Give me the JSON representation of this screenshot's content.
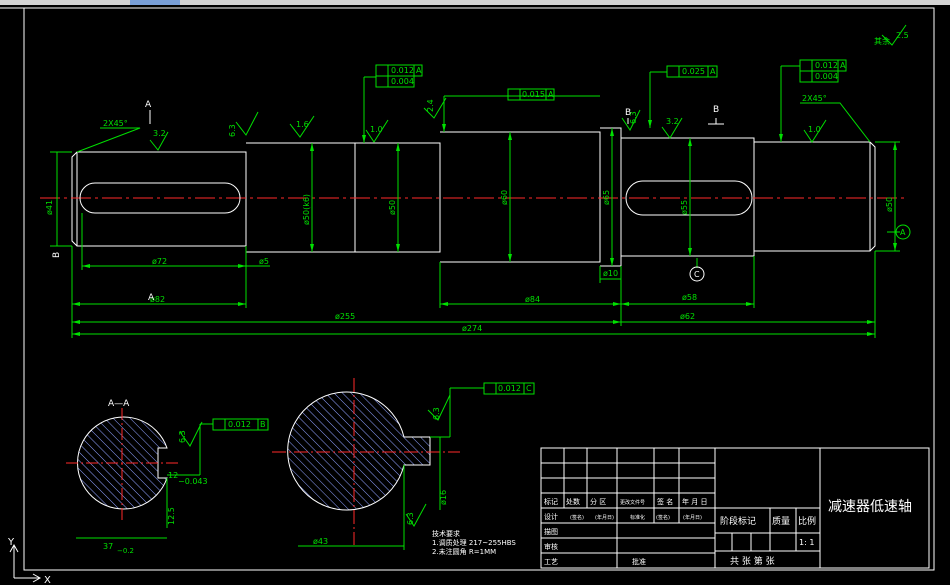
{
  "drawing": {
    "title": "减速器低速轴",
    "roughness_note": {
      "prefix": "其余",
      "value": "2.5"
    },
    "tech_requirements": {
      "heading": "技术要求",
      "lines": [
        "1.调质处理 217~255HBS",
        "2.未注圆角 R=1MM"
      ]
    }
  },
  "dimensions": {
    "d41": "ø41",
    "d50k6": "ø50(k6)",
    "d50": "ø50",
    "d60": "ø60",
    "d65": "ø65",
    "d55": "ø55",
    "d50b": "ø50",
    "l72": "ø72",
    "l5": "ø5",
    "l82": "ø82",
    "l84": "ø84",
    "l10": "ø10",
    "l58": "ø58",
    "l62": "ø62",
    "l255": "ø255",
    "l274": "ø274",
    "chamfer_left": "2X45°",
    "chamfer_right": "2X45°",
    "sec_width": "12",
    "sec_tol": "−0.043",
    "sec_depth": "37",
    "sec_depth_tol": "−0.2",
    "sec_b_dim": "ø43",
    "sec_b_dia": "ø16",
    "r125": "12.5",
    "r125b": "12.5"
  },
  "tolerances": {
    "runout1": "0.012",
    "cyl1": "0.004",
    "runout2": "0.015",
    "runout3": "0.025",
    "runout4": "0.012",
    "cyl4": "0.004",
    "sym_a": "0.012",
    "sym_c": "0.012",
    "datum_a": "A",
    "datum_b": "B",
    "datum_c": "C"
  },
  "roughness": {
    "r32a": "3.2",
    "r63a": "6.3",
    "r16": "1.6",
    "r10a": "1.0",
    "r24": "2.4",
    "r63b": "6.3",
    "r32b": "3.2",
    "r10b": "1.0",
    "r63c": "6.3"
  },
  "section_labels": {
    "aa": "A—A",
    "cut_a": "A",
    "cut_b": "B",
    "cut_b2": "B",
    "cut_c": "C",
    "datum_a_circle": "A",
    "datum_c_circle": "C",
    "left_mark": "B"
  },
  "title_block": {
    "row_headers": [
      "标记",
      "处数",
      "分 区",
      "更改文件号",
      "签 名",
      "年 月 日"
    ],
    "design": "设计",
    "design_sig": "(签名)",
    "design_date": "(年月日)",
    "std": "标准化",
    "std_sig": "(签名)",
    "std_date": "(年月日)",
    "drawing": "描图",
    "check": "审核",
    "process": "工艺",
    "approve": "批准",
    "stage": "阶段标记",
    "weight": "质量",
    "ratio": "比例",
    "ratio_val": "1:  1",
    "sheets": "共   张  第    张"
  },
  "ucs": {
    "y": "Y",
    "x": "X"
  }
}
